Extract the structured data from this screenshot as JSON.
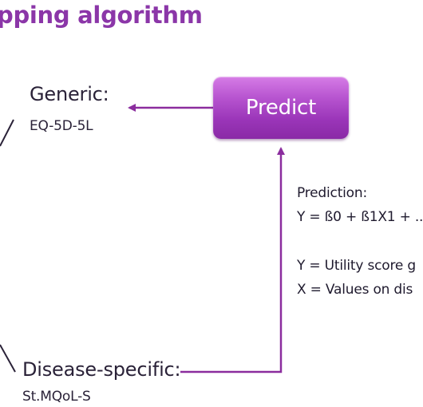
{
  "title": "pping algorithm",
  "generic": {
    "label": "Generic:",
    "instrument": "EQ-5D-5L"
  },
  "disease_specific": {
    "label": "Disease-specific:",
    "instrument": "St.MQoL-S"
  },
  "predict_box": {
    "label": "Predict"
  },
  "prediction": {
    "heading": "Prediction:",
    "formula": "Y = ß0 + ß1X1 + ..",
    "y_definition": "Y = Utility score g",
    "x_definition": "X = Values on dis"
  },
  "colors": {
    "accent": "#8b36a8",
    "box_top": "#d67ce6",
    "box_bottom": "#8a2aa6",
    "connector": "#8b2d9e"
  }
}
